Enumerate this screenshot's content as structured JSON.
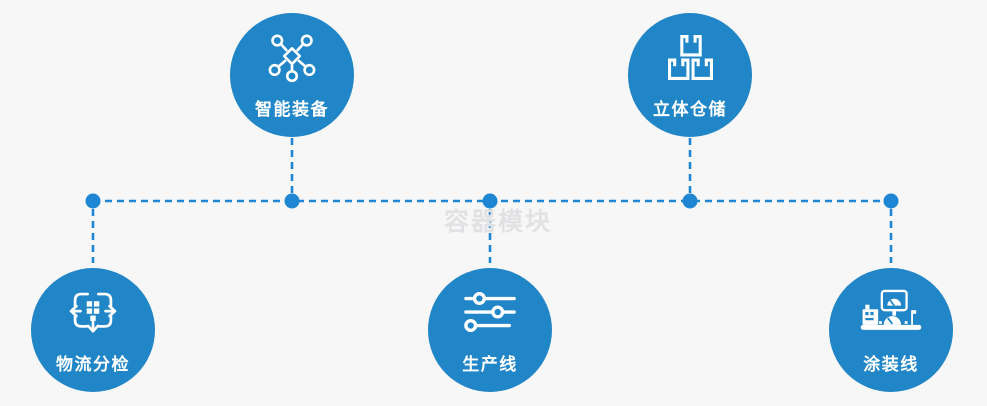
{
  "diagram": {
    "watermark": "容器模块",
    "colors": {
      "node_fill": "#2186c8",
      "connector": "#1e86d2",
      "background": "#f7f7f8",
      "label_text": "#ffffff",
      "watermark_text": "#e2e2e5"
    },
    "structure": "five circular feature nodes linked to one horizontal dashed trunk line through solid junction dots",
    "nodes": [
      {
        "id": "smart-equipment",
        "label": "智能装备",
        "icon": "network-nodes-icon",
        "position": "top-left"
      },
      {
        "id": "stereoscopic-warehouse",
        "label": "立体仓储",
        "icon": "stacked-boxes-icon",
        "position": "top-right"
      },
      {
        "id": "logistics-sorting",
        "label": "物流分检",
        "icon": "sorting-arrows-icon",
        "position": "bottom-left"
      },
      {
        "id": "production-line",
        "label": "生产线",
        "icon": "sliders-icon",
        "position": "bottom-center"
      },
      {
        "id": "painting-line",
        "label": "涂装线",
        "icon": "control-station-icon",
        "position": "bottom-right"
      }
    ]
  }
}
